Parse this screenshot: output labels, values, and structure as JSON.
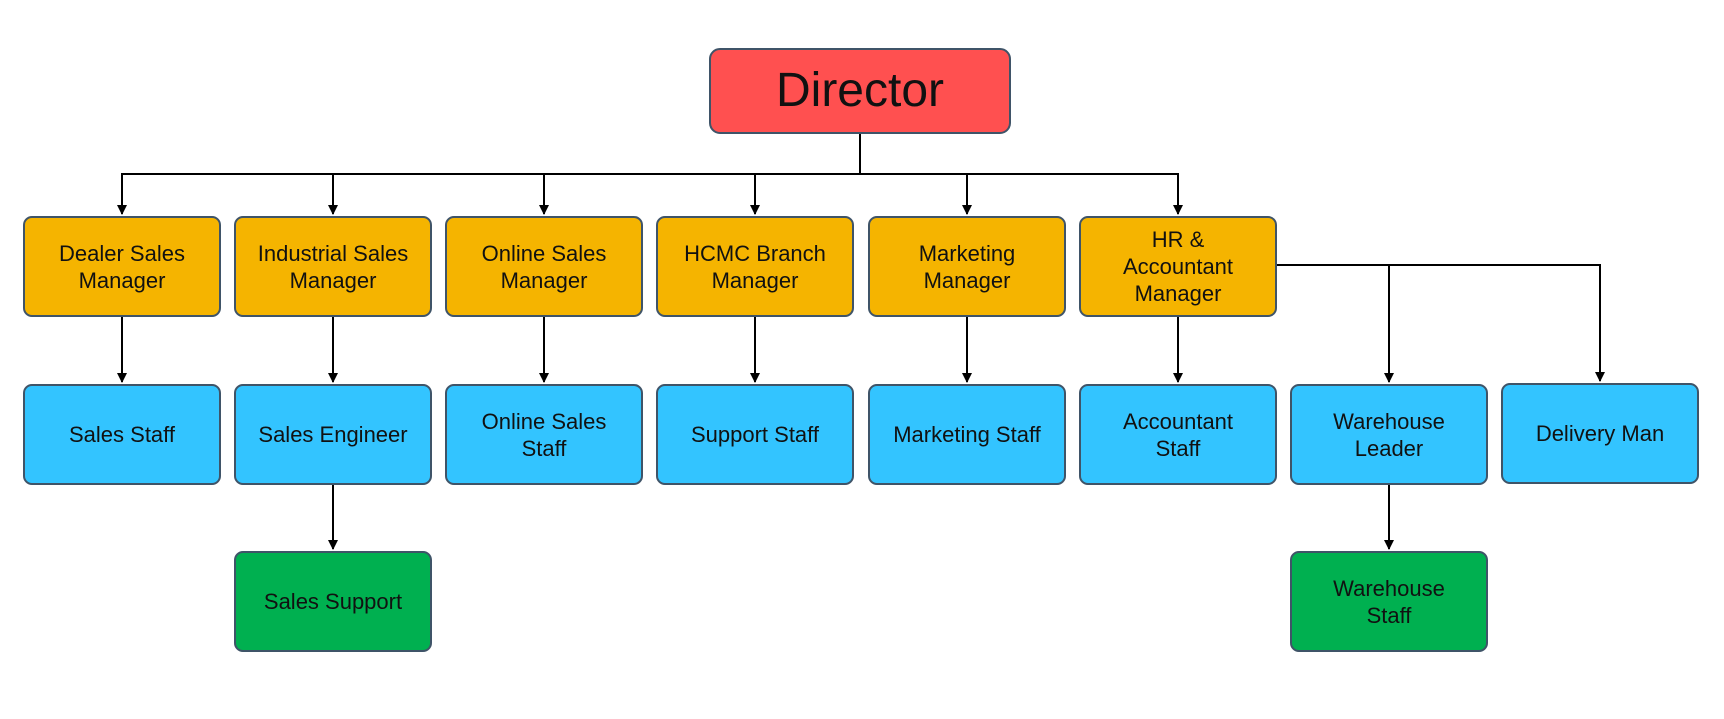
{
  "colors": {
    "director": "#ff5050",
    "manager": "#f5b400",
    "staff": "#33c4ff",
    "support": "#00b050",
    "border": "#3f5468",
    "connector": "#000000"
  },
  "nodes": {
    "director": {
      "lines": [
        "Director"
      ],
      "level": "director"
    },
    "dealer": {
      "lines": [
        "Dealer Sales",
        "Manager"
      ],
      "level": "manager"
    },
    "industrial": {
      "lines": [
        "Industrial Sales",
        "Manager"
      ],
      "level": "manager"
    },
    "online": {
      "lines": [
        "Online Sales",
        "Manager"
      ],
      "level": "manager"
    },
    "hcmc": {
      "lines": [
        "HCMC Branch",
        "Manager"
      ],
      "level": "manager"
    },
    "marketing": {
      "lines": [
        "Marketing",
        "Manager"
      ],
      "level": "manager"
    },
    "hr": {
      "lines": [
        "HR &",
        "Accountant",
        "Manager"
      ],
      "level": "manager"
    },
    "salesstaff": {
      "lines": [
        "Sales Staff"
      ],
      "level": "staff"
    },
    "engineer": {
      "lines": [
        "Sales Engineer"
      ],
      "level": "staff"
    },
    "onlinestaff": {
      "lines": [
        "Online Sales",
        "Staff"
      ],
      "level": "staff"
    },
    "support": {
      "lines": [
        "Support Staff"
      ],
      "level": "staff"
    },
    "mktstaff": {
      "lines": [
        "Marketing Staff"
      ],
      "level": "staff"
    },
    "acctstaff": {
      "lines": [
        "Accountant",
        "Staff"
      ],
      "level": "staff"
    },
    "whleader": {
      "lines": [
        "Warehouse",
        "Leader"
      ],
      "level": "staff"
    },
    "delivery": {
      "lines": [
        "Delivery Man"
      ],
      "level": "staff"
    },
    "salessupport": {
      "lines": [
        "Sales Support"
      ],
      "level": "support"
    },
    "whstaff": {
      "lines": [
        "Warehouse",
        "Staff"
      ],
      "level": "support"
    }
  },
  "edges": [
    [
      "director",
      "dealer"
    ],
    [
      "director",
      "industrial"
    ],
    [
      "director",
      "online"
    ],
    [
      "director",
      "hcmc"
    ],
    [
      "director",
      "marketing"
    ],
    [
      "director",
      "hr"
    ],
    [
      "dealer",
      "salesstaff"
    ],
    [
      "industrial",
      "engineer"
    ],
    [
      "online",
      "onlinestaff"
    ],
    [
      "hcmc",
      "support"
    ],
    [
      "marketing",
      "mktstaff"
    ],
    [
      "hr",
      "acctstaff"
    ],
    [
      "hr",
      "whleader"
    ],
    [
      "hr",
      "delivery"
    ],
    [
      "engineer",
      "salessupport"
    ],
    [
      "whleader",
      "whstaff"
    ]
  ]
}
